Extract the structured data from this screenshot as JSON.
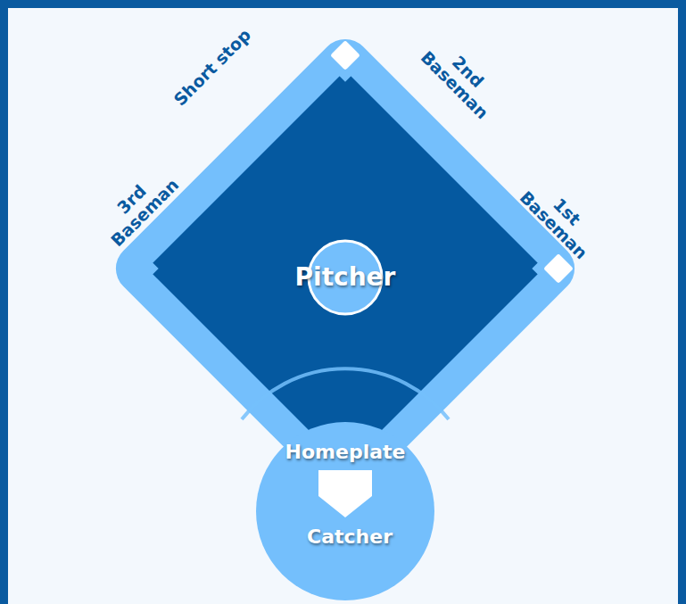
{
  "diagram": {
    "nodes": [
      {
        "text": [
          "Pitcher"
        ]
      },
      {
        "text": [
          "Homeplate",
          "Catcher"
        ]
      }
    ],
    "labels": [
      "Short stop",
      "2nd Baseman",
      "3rd Baseman",
      "1st Baseman"
    ]
  }
}
